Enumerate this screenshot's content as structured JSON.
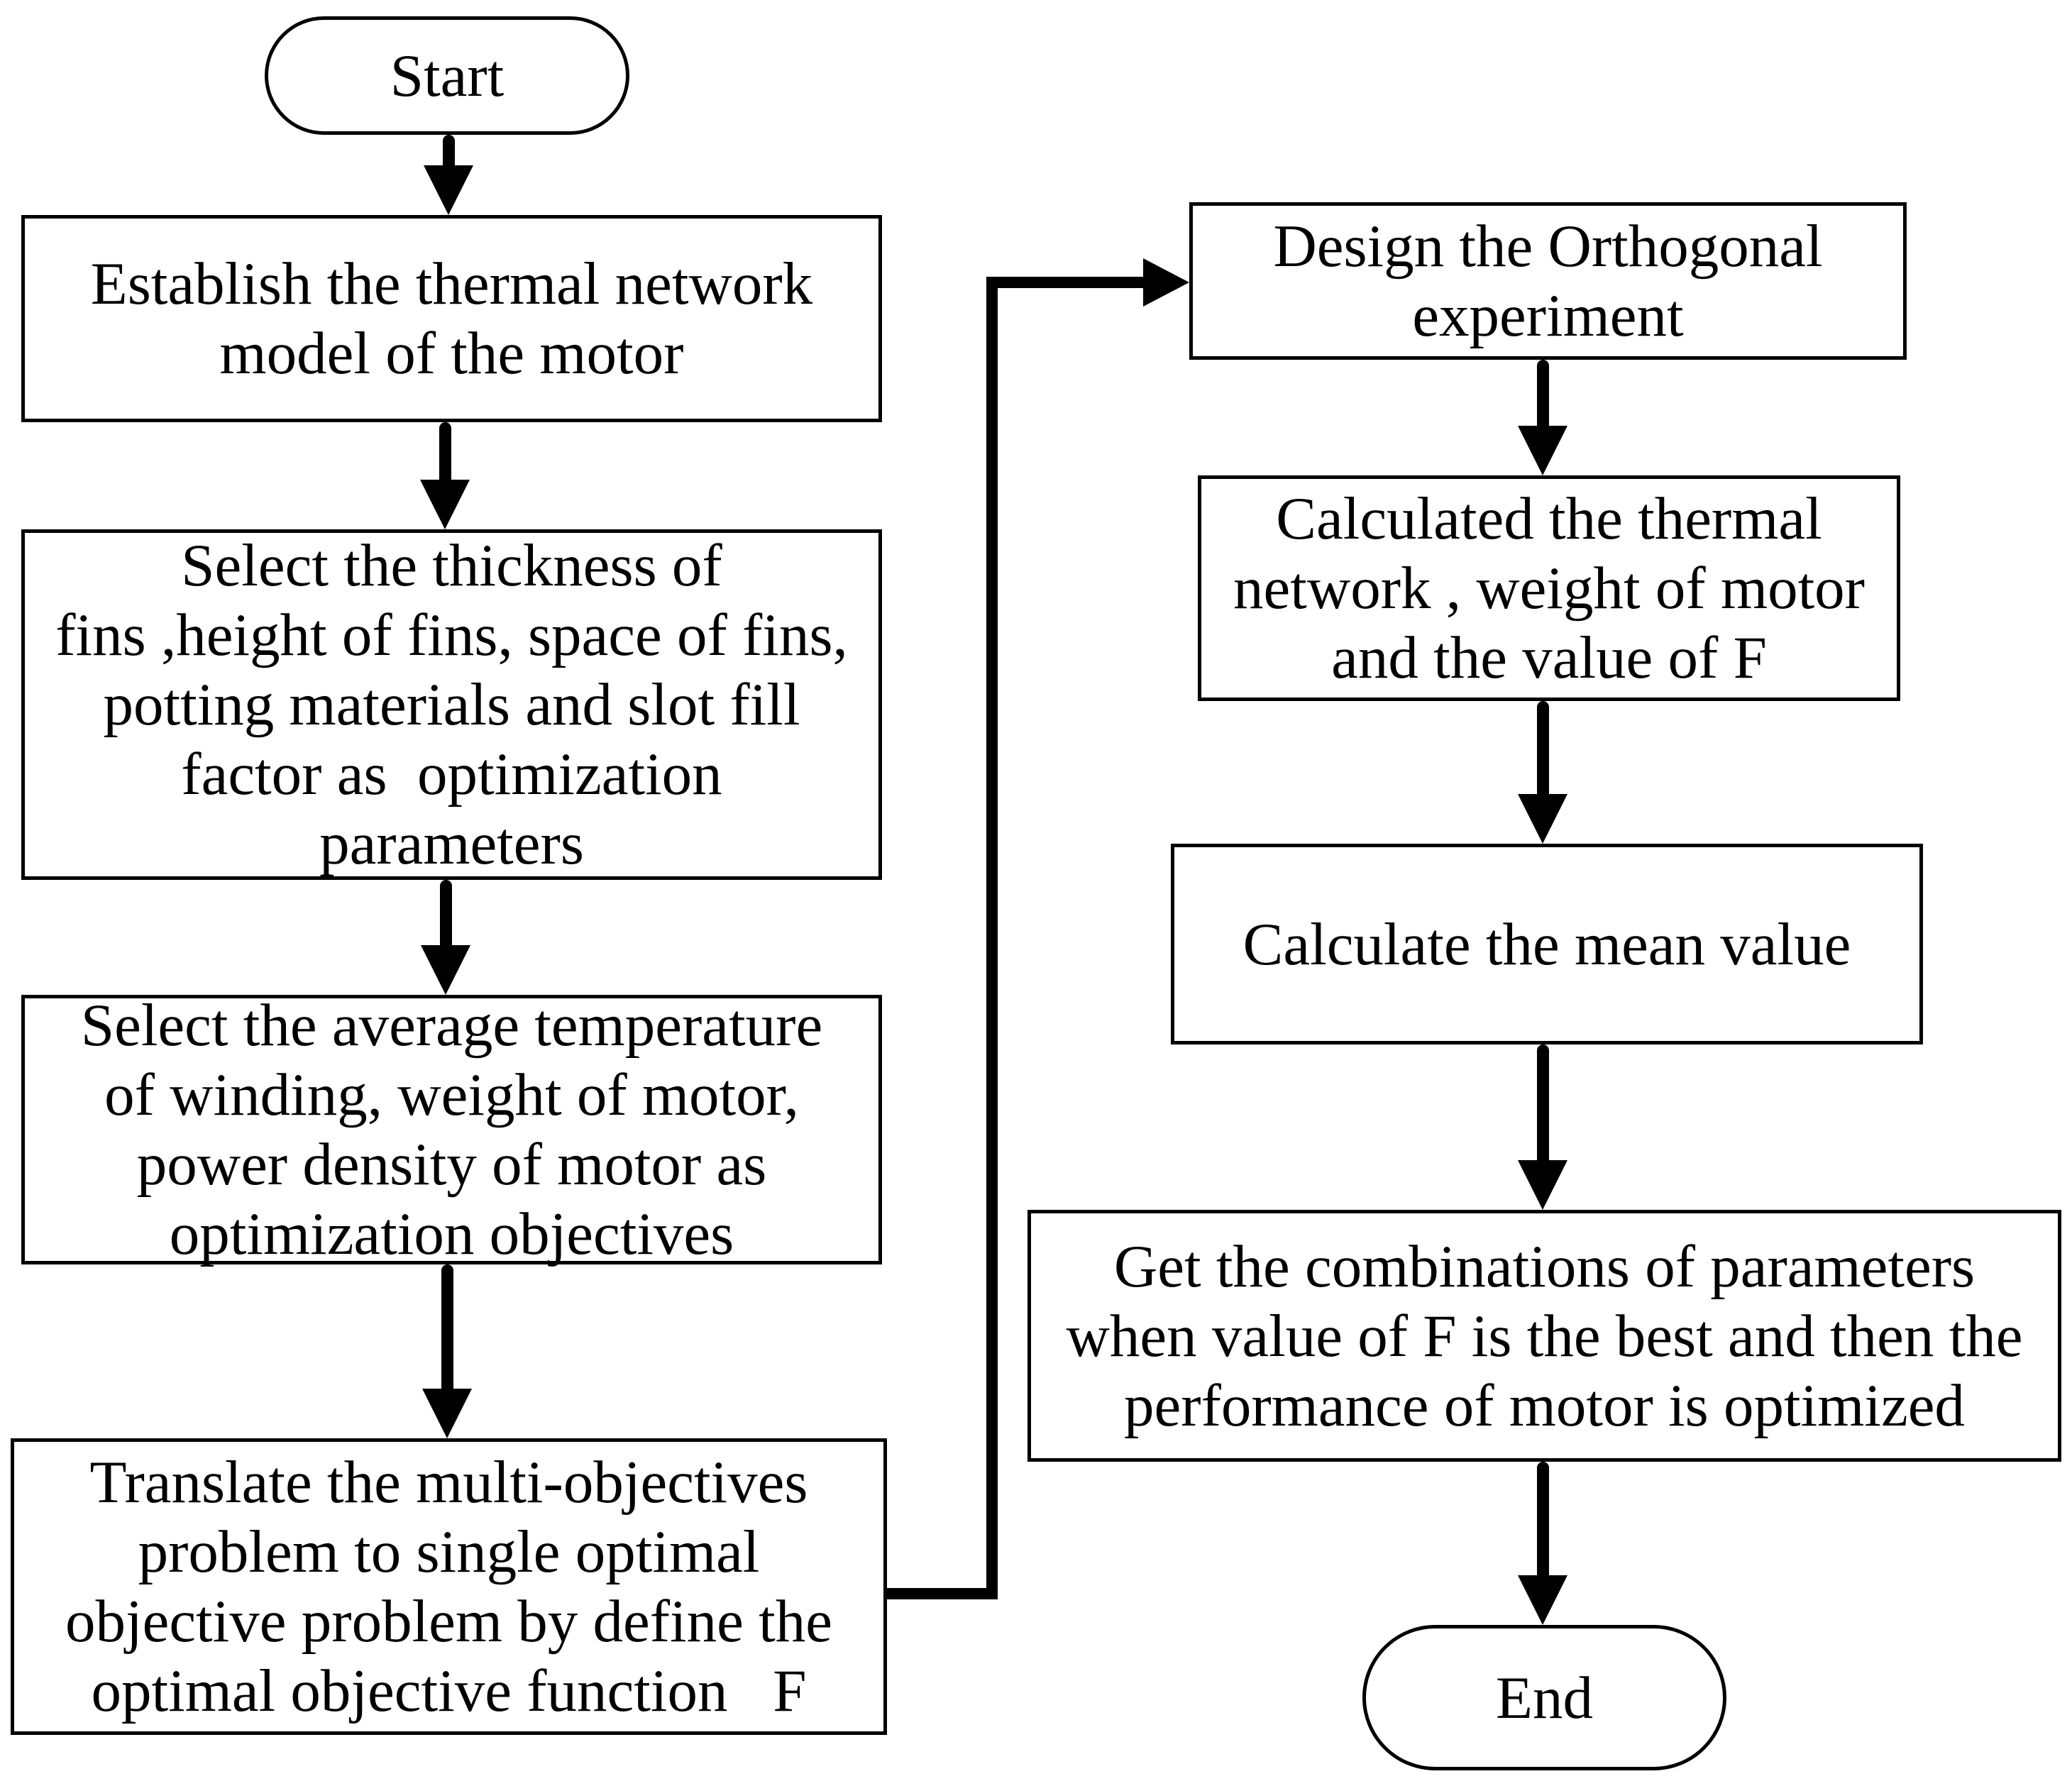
{
  "flowchart": {
    "terminals": {
      "start": "Start",
      "end": "End"
    },
    "left_column": [
      {
        "id": "establish-thermal-model",
        "text": "Establish the thermal network\nmodel of the motor"
      },
      {
        "id": "select-optimization-parameters",
        "text": "Select the thickness of\nfins ,height of fins, space of fins,\npotting materials and slot fill\nfactor as  optimization\nparameters"
      },
      {
        "id": "select-optimization-objectives",
        "text": "Select the average temperature\nof winding, weight of motor,\npower density of motor as\noptimization objectives"
      },
      {
        "id": "translate-to-single-objective",
        "text": "Translate the multi-objectives\nproblem to single optimal\nobjective problem by define the\noptimal objective function   F"
      }
    ],
    "right_column": [
      {
        "id": "design-orthogonal-experiment",
        "text": "Design the Orthogonal\nexperiment"
      },
      {
        "id": "calculate-thermal-network-weight-f",
        "text": "Calculated the thermal\nnetwork , weight of motor\nand the value of F"
      },
      {
        "id": "calculate-mean-value",
        "text": "Calculate the mean value"
      },
      {
        "id": "get-best-parameter-combinations",
        "text": "Get the combinations of parameters\nwhen value of F is the best and then the\nperformance of motor is optimized"
      }
    ],
    "colors": {
      "line": "#000000",
      "fill": "#ffffff",
      "text": "#000000"
    }
  }
}
